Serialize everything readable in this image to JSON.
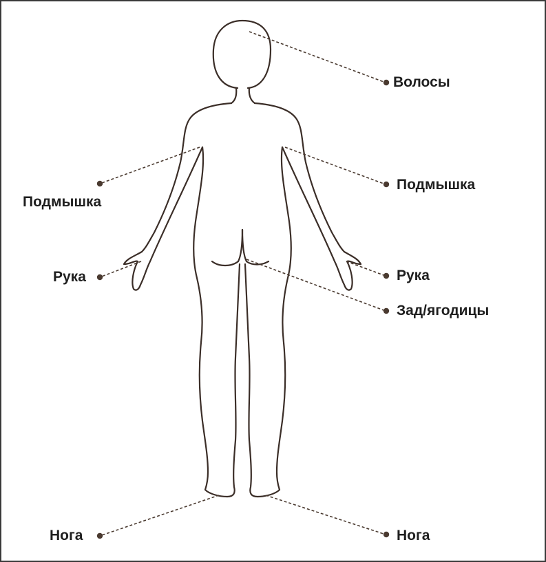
{
  "labels": {
    "hair": "Волосы",
    "armpit_left": "Подмышка",
    "armpit_right": "Подмышка",
    "hand_left": "Рука",
    "hand_right": "Рука",
    "buttocks": "Зад/ягодицы",
    "foot_left": "Нога",
    "foot_right": "Нога"
  },
  "colors": {
    "outline": "#3b2e28",
    "leader": "#4a3a30",
    "text": "#1f1f1f",
    "frame": "#3a3a3a"
  }
}
